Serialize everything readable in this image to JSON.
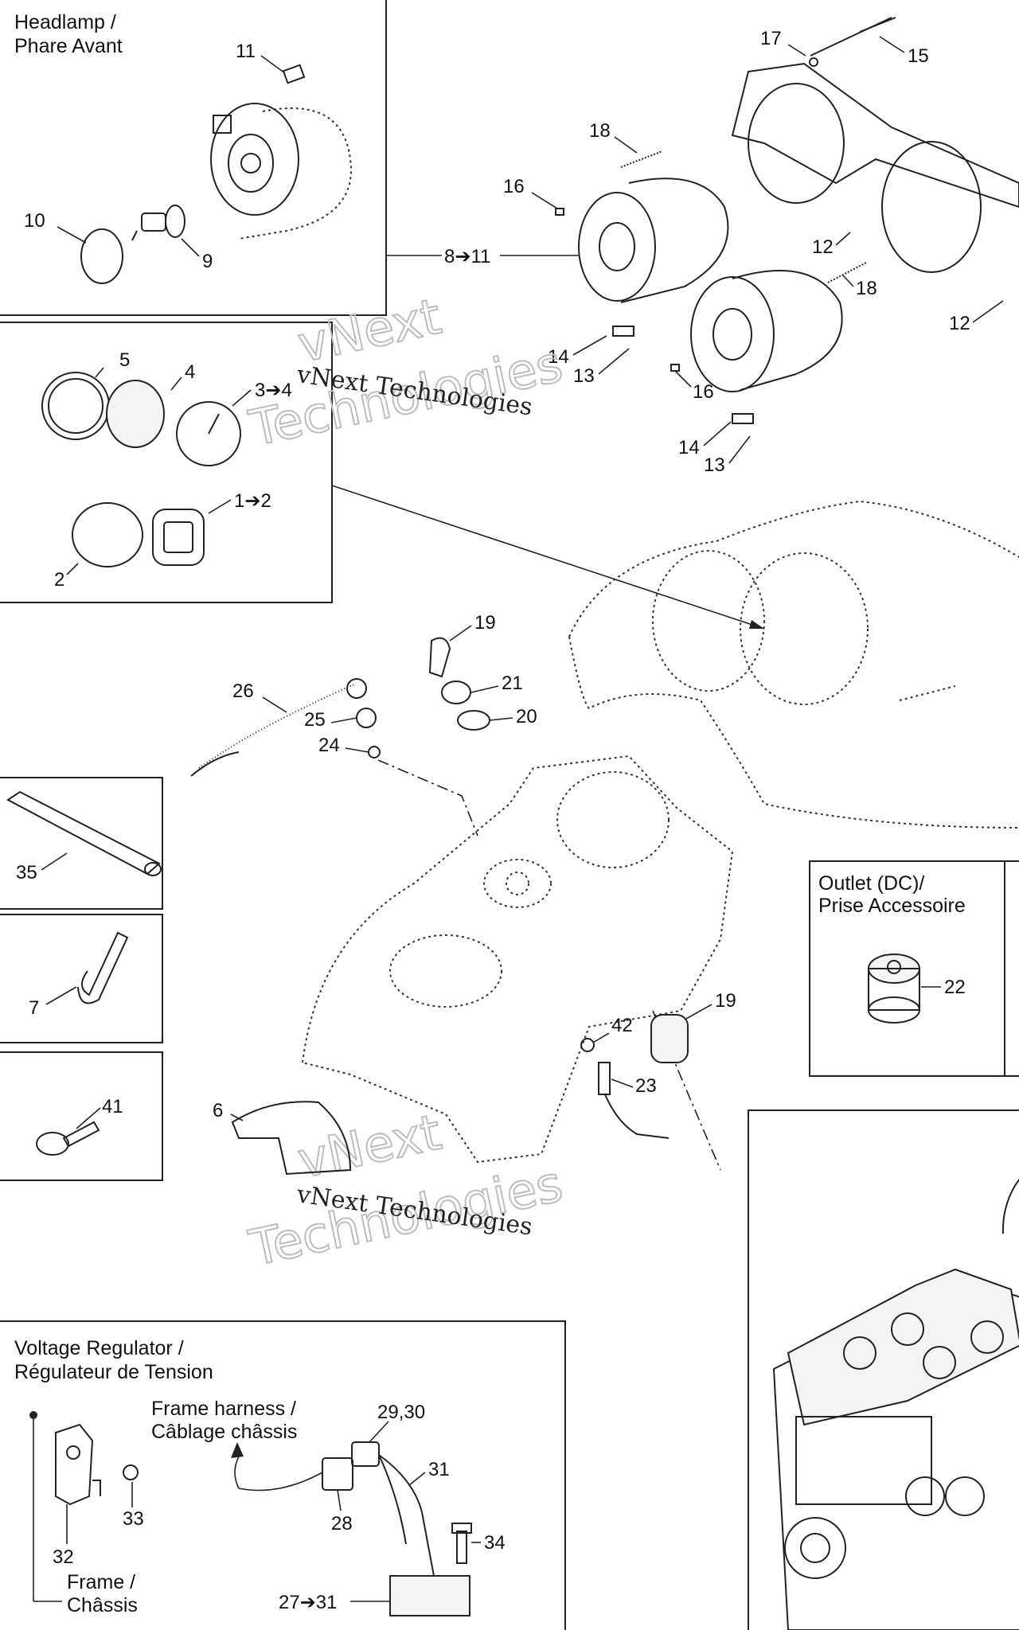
{
  "boxes": {
    "headlamp": {
      "title_line1": "Headlamp /",
      "title_line2": "Phare Avant"
    },
    "outlet": {
      "title_line1": "Outlet (DC)/",
      "title_line2": "Prise Accessoire"
    },
    "voltage_regulator": {
      "title_line1": "Voltage Regulator /",
      "title_line2": "Régulateur de Tension"
    }
  },
  "notes": {
    "frame_harness_line1": "Frame harness /",
    "frame_harness_line2": "Câblage châssis",
    "frame_line1": "Frame /",
    "frame_line2": "Châssis"
  },
  "watermark": {
    "line1": "vNext Technologies",
    "big1": "vNext",
    "big2": "Technologies"
  },
  "callouts": {
    "c11": "11",
    "c10": "10",
    "c9": "9",
    "c8_11": "8➔11",
    "c5": "5",
    "c4": "4",
    "c3_4": "3➔4",
    "c1_2": "1➔2",
    "c2": "2",
    "c17": "17",
    "c15": "15",
    "c18a": "18",
    "c16a": "16",
    "c12a": "12",
    "c18b": "18",
    "c12b": "12",
    "c14a": "14",
    "c13a": "13",
    "c16b": "16",
    "c14b": "14",
    "c13b": "13",
    "c19a": "19",
    "c21": "21",
    "c20": "20",
    "c26": "26",
    "c25": "25",
    "c24": "24",
    "c35": "35",
    "c7": "7",
    "c41": "41",
    "c6": "6",
    "c19b": "19",
    "c42": "42",
    "c23": "23",
    "c22": "22",
    "c29_30": "29,30",
    "c31": "31",
    "c28": "28",
    "c34": "34",
    "c27_31": "27➔31",
    "c32": "32",
    "c33": "33"
  }
}
